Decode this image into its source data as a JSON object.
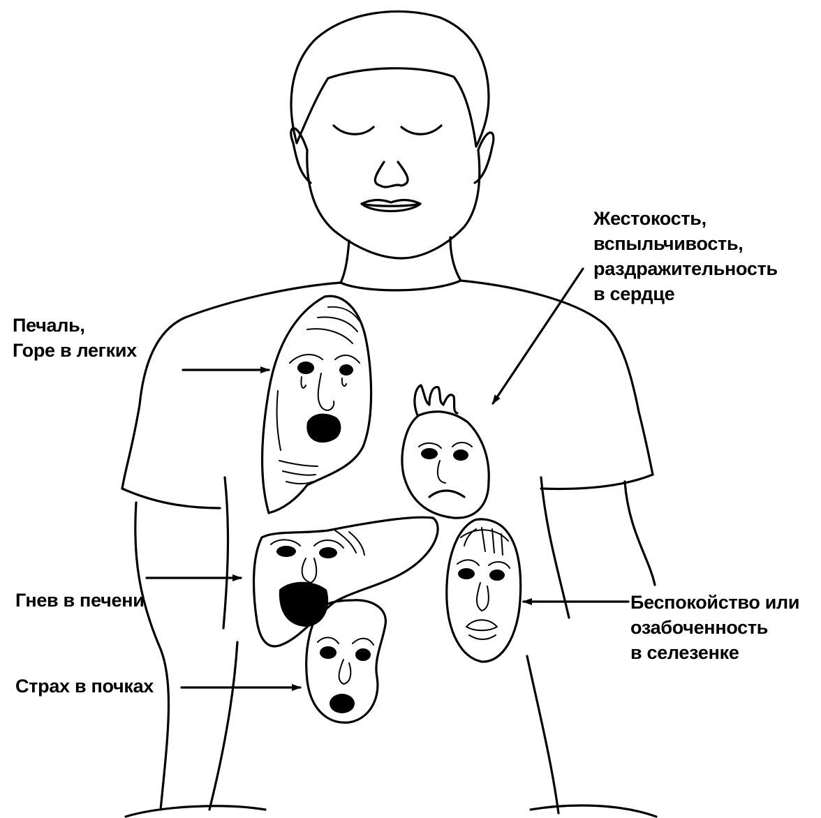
{
  "labels": {
    "sadness": [
      "Печаль,",
      "Горе в легких"
    ],
    "cruelty": [
      "Жестокость,",
      "вспыльчивость,",
      "раздражительность",
      "в сердце"
    ],
    "anger": [
      "Гнев в печени"
    ],
    "worry": [
      "Беспокойство или",
      "озабоченность",
      "в селезенке"
    ],
    "fear": [
      "Страх в почках"
    ]
  },
  "colors": {
    "ink": "#000000",
    "paper": "#ffffff"
  }
}
